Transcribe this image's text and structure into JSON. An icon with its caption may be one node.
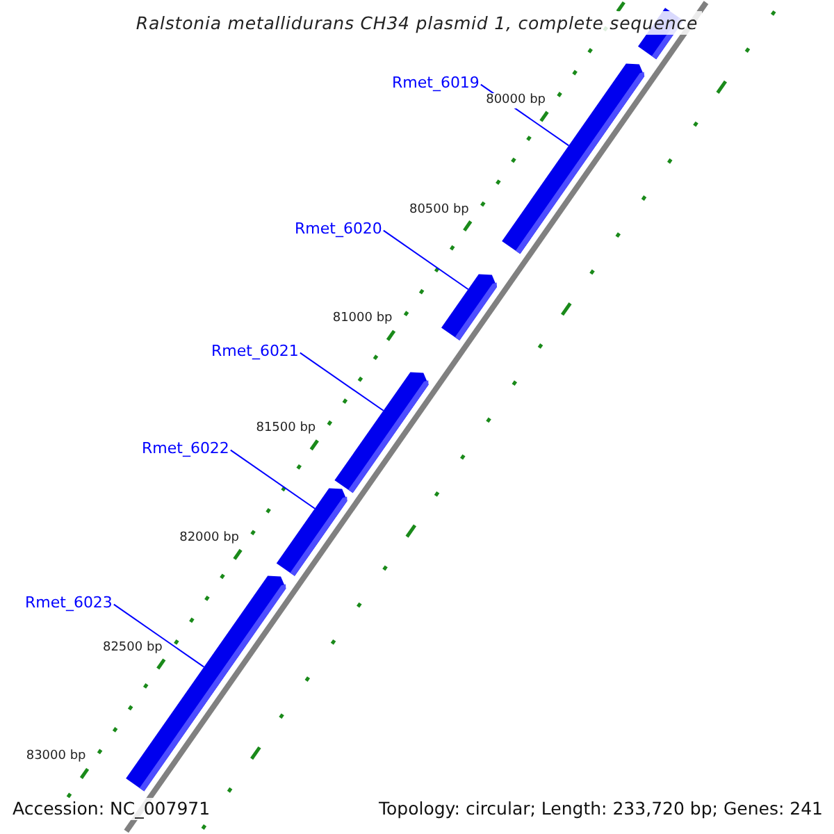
{
  "diagram": {
    "title": "Ralstonia metallidurans CH34 plasmid 1, complete sequence",
    "nodes": [
      {
        "text": [],
        "shape": "arrow"
      },
      {
        "text": [
          "Rmet_6019"
        ]
      },
      {
        "text": [],
        "shape": "arrow"
      },
      {
        "text": [
          "Rmet_6020"
        ]
      },
      {
        "text": [],
        "shape": "arrow"
      },
      {
        "text": [
          "Rmet_6021"
        ]
      },
      {
        "text": [],
        "shape": "arrow"
      },
      {
        "text": [
          "Rmet_6022"
        ]
      },
      {
        "text": [],
        "shape": "arrow"
      },
      {
        "text": [
          "Rmet_6023"
        ]
      },
      {
        "text": [],
        "shape": "arrow"
      }
    ],
    "edges": [
      {
        "from": 1,
        "to": 2,
        "arrow": "none"
      },
      {
        "from": 3,
        "to": 4,
        "arrow": "none"
      },
      {
        "from": 5,
        "to": 6,
        "arrow": "none"
      },
      {
        "from": 7,
        "to": 8,
        "arrow": "none"
      },
      {
        "from": 9,
        "to": 10,
        "arrow": "none"
      }
    ],
    "labels": [
      "80000 bp",
      "80500 bp",
      "81000 bp",
      "81500 bp",
      "82000 bp",
      "82500 bp",
      "83000 bp",
      "Accession: NC_007971",
      "Topology: circular; Length: 233,720 bp; Genes: 241"
    ]
  }
}
